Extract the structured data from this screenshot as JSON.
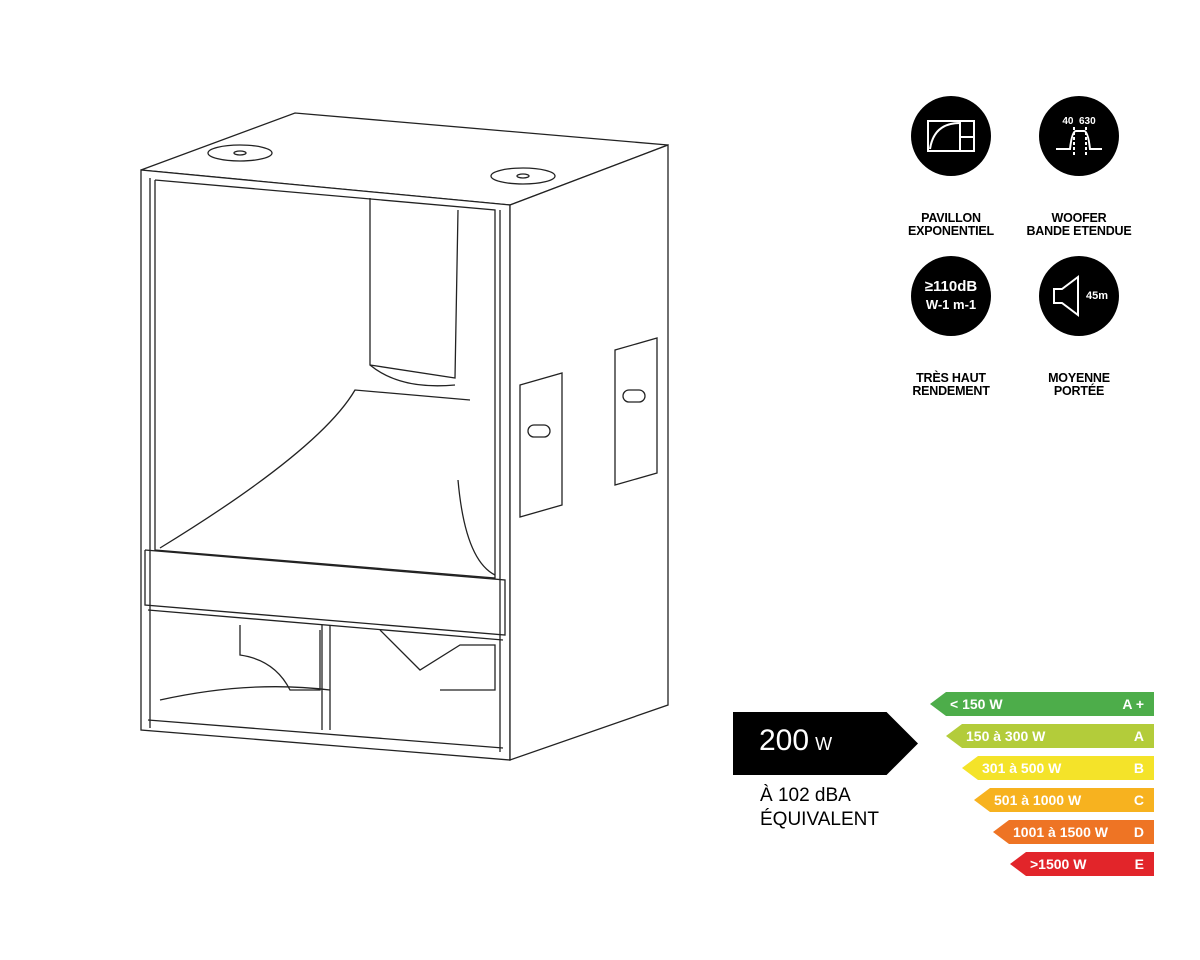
{
  "features": [
    {
      "icon": "golden-ratio-horn-icon",
      "label_lines": [
        "PAVILLON",
        "EXPONENTIEL"
      ]
    },
    {
      "icon": "frequency-band-icon",
      "icon_text": [
        "40",
        "630"
      ],
      "label_lines": [
        "WOOFER",
        "BANDE ETENDUE"
      ]
    },
    {
      "icon": "sensitivity-icon",
      "icon_text": [
        "≥110dB",
        "W-1 m-1"
      ],
      "label_lines": [
        "TRÈS HAUT",
        "RENDEMENT"
      ]
    },
    {
      "icon": "speaker-range-icon",
      "icon_text": [
        "45m"
      ],
      "label_lines": [
        "MOYENNE",
        "PORTÉE"
      ]
    }
  ],
  "power": {
    "value": "200",
    "unit": "W",
    "sub_lines": [
      "À 102 dBA",
      "ÉQUIVALENT"
    ]
  },
  "energy_scale": [
    {
      "range": "< 150 W",
      "class": "A +",
      "color": "#4dad4a"
    },
    {
      "range": "150 à 300 W",
      "class": "A",
      "color": "#b3cc3a"
    },
    {
      "range": "301 à  500 W",
      "class": "B",
      "color": "#f4e329"
    },
    {
      "range": "501 à 1000 W",
      "class": "C",
      "color": "#f7b21f"
    },
    {
      "range": "1001 à 1500 W",
      "class": "D",
      "color": "#ee7424"
    },
    {
      "range": ">1500 W",
      "class": "E",
      "color": "#e2252a"
    }
  ]
}
